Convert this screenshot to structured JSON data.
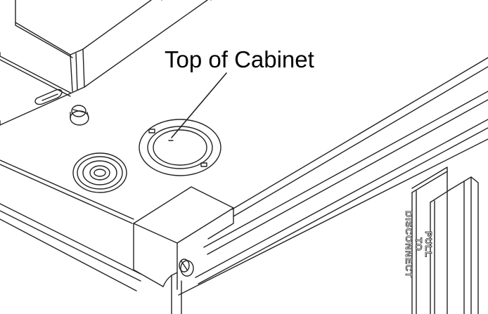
{
  "callout": {
    "label": "Top of Cabinet"
  },
  "handle_label": {
    "line1": "PULL",
    "line2": "TO",
    "line3": "DISCONNECT"
  },
  "colors": {
    "line": "#222222",
    "background": "#ffffff"
  }
}
